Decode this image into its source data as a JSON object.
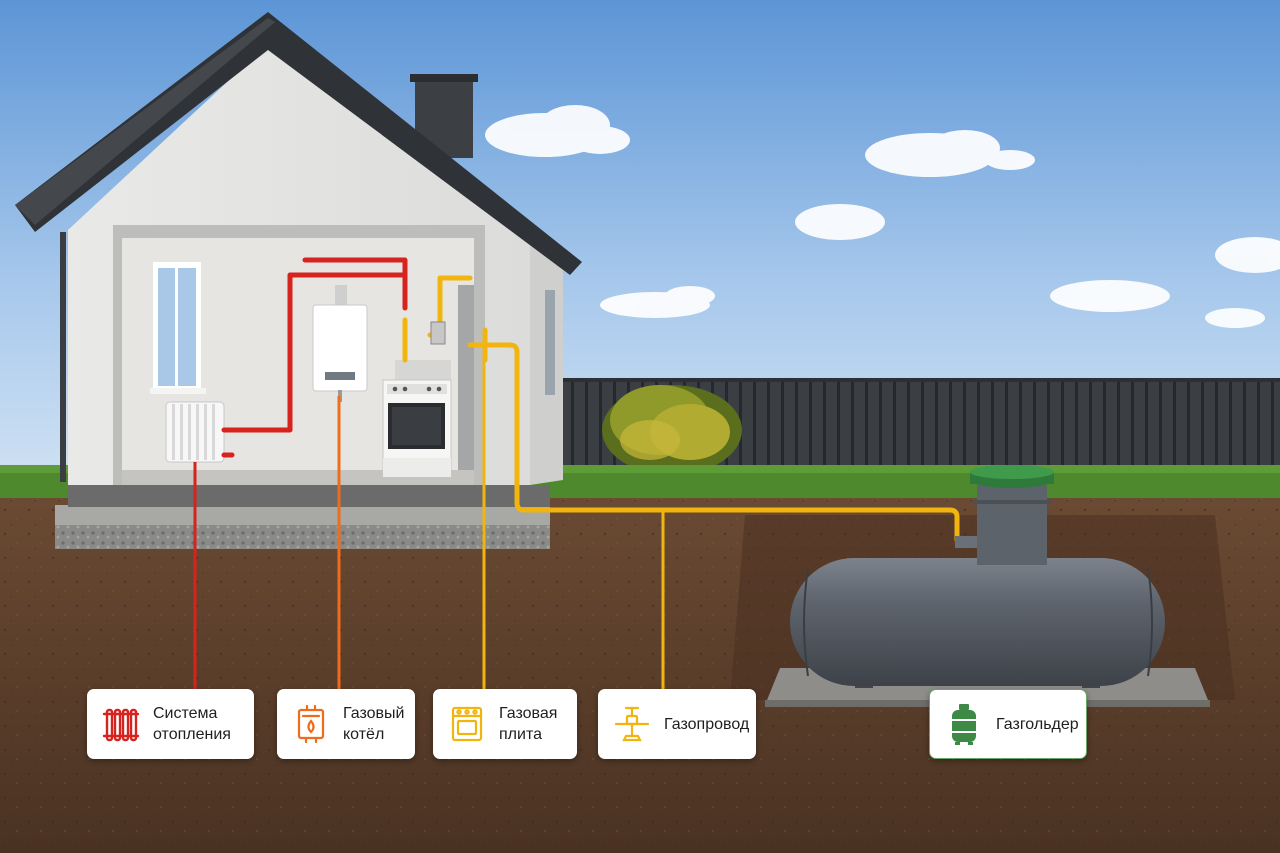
{
  "labels": {
    "heating": "Система\nотопления",
    "boiler": "Газовый\nкотёл",
    "stove": "Газовая\nплита",
    "pipeline": "Газопровод",
    "tank": "Газгольдер"
  },
  "icons": {
    "heating": "radiator-icon",
    "boiler": "boiler-icon",
    "stove": "stove-icon",
    "pipeline": "gas-valve-icon",
    "tank": "gas-tank-icon"
  },
  "colors": {
    "heating_pipe": "#d6231e",
    "boiler_line": "#ee6d1c",
    "gas_pipe": "#f2b50f",
    "tank_icon": "#3d8a46",
    "sky_top": "#5c95d6",
    "soil": "#5a3d2a",
    "grass": "#4e8a2d",
    "tank_body": "#575d66"
  }
}
